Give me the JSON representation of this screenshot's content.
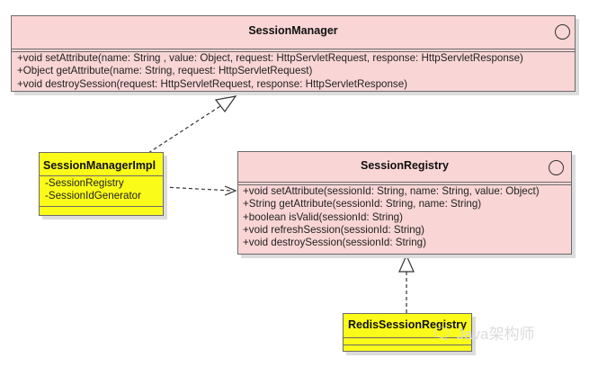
{
  "session_manager": {
    "name": "SessionManager",
    "operations": [
      "+void setAttribute(name: String , value: Object, request: HttpServletRequest, response: HttpServletResponse)",
      "+Object getAttribute(name: String, request: HttpServletRequest)",
      "+void destroySession(request: HttpServletRequest, response: HttpServletResponse)"
    ]
  },
  "session_manager_impl": {
    "name": "SessionManagerImpl",
    "attributes": [
      "-SessionRegistry",
      "-SessionIdGenerator"
    ]
  },
  "session_registry": {
    "name": "SessionRegistry",
    "operations": [
      "+void setAttribute(sessionId: String, name: String, value: Object)",
      "+String getAttribute(sessionId: String, name: String)",
      "+boolean  isValid(sessionId: String)",
      "+void refreshSession(sessionId: String)",
      "+void destroySession(sessionId: String)"
    ]
  },
  "redis_session_registry": {
    "name": "RedisSessionRegistry"
  },
  "watermark": "Java架构师"
}
